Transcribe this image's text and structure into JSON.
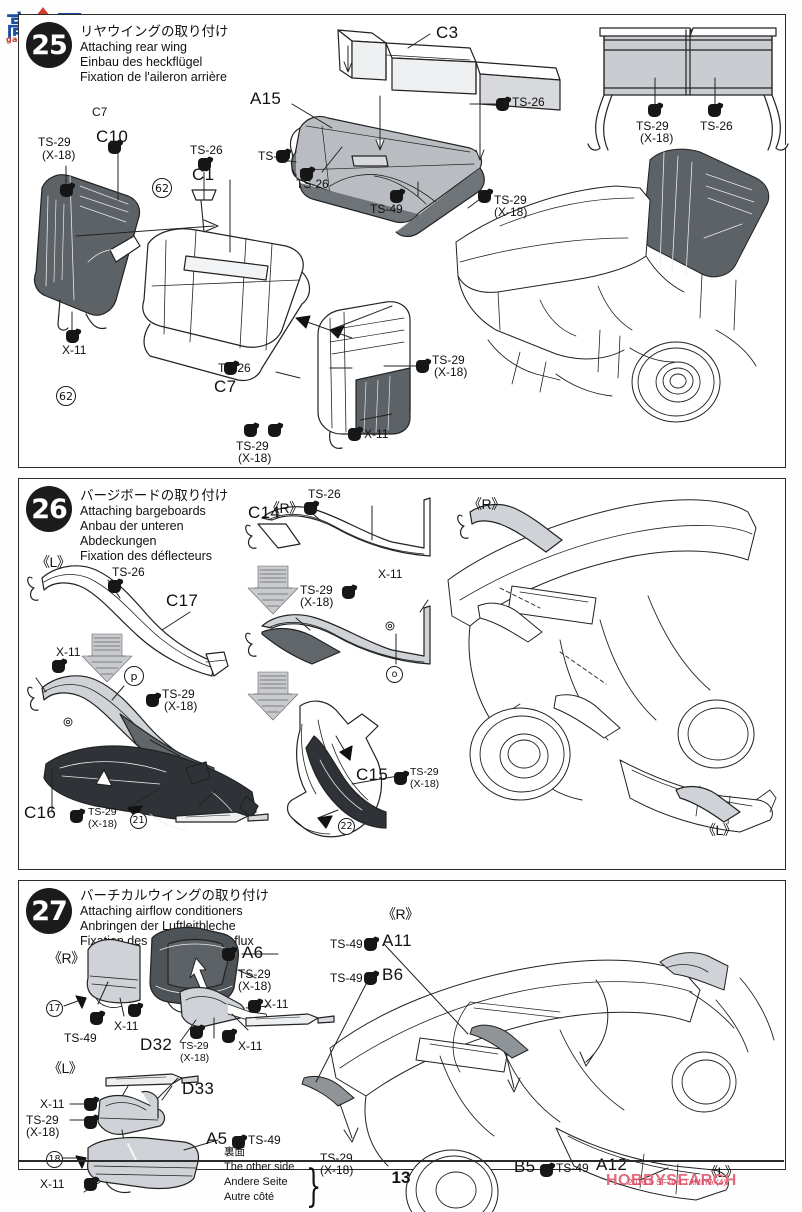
{
  "page": {
    "number": "13",
    "watermark_top": {
      "char1": "高",
      "char2": "网",
      "domain": "gao-shou.com"
    },
    "watermark_bottom": {
      "text": "HOBBYSEARCH",
      "sub": "2016.5  SF70H  TAMIYA  (4)"
    }
  },
  "steps": [
    {
      "number": "25",
      "title_jp": "リヤウイングの取り付け",
      "title_en": "Attaching rear wing",
      "title_de": "Einbau des heckflügel",
      "title_fr": "Fixation de l'aileron arrière",
      "labels": [
        {
          "id": "s25-c3",
          "text": "C3"
        },
        {
          "id": "s25-a15",
          "text": "A15"
        },
        {
          "id": "s25-c10",
          "text": "C10"
        },
        {
          "id": "s25-c1",
          "text": "C1"
        },
        {
          "id": "s25-c7",
          "text": "C7"
        },
        {
          "id": "s25-ts26-a",
          "text": "TS-26"
        },
        {
          "id": "s25-ts26-b",
          "text": "TS-26"
        },
        {
          "id": "s25-ts26-c",
          "text": "TS-26"
        },
        {
          "id": "s25-ts26-d",
          "text": "TS-26"
        },
        {
          "id": "s25-ts26-e",
          "text": "TS-26"
        },
        {
          "id": "s25-ts26-f",
          "text": "TS-26"
        },
        {
          "id": "s25-ts49-a",
          "text": "TS-49"
        },
        {
          "id": "s25-ts49-b",
          "text": "TS-49"
        },
        {
          "id": "s25-ts29-a1",
          "text": "TS-29"
        },
        {
          "id": "s25-ts29-a2",
          "text": "(X-18)"
        },
        {
          "id": "s25-ts29-b1",
          "text": "TS-29"
        },
        {
          "id": "s25-ts29-b2",
          "text": "(X-18)"
        },
        {
          "id": "s25-ts29-c1",
          "text": "TS-29"
        },
        {
          "id": "s25-ts29-c2",
          "text": "(X-18)"
        },
        {
          "id": "s25-ts29-d1",
          "text": "TS-29"
        },
        {
          "id": "s25-ts29-d2",
          "text": "(X-18)"
        },
        {
          "id": "s25-ts29-e1",
          "text": "TS-29"
        },
        {
          "id": "s25-ts29-e2",
          "text": "(X-18)"
        },
        {
          "id": "s25-ts26-g",
          "text": "TS-26"
        },
        {
          "id": "s25-x11-a",
          "text": "X-11"
        },
        {
          "id": "s25-x11-b",
          "text": "X-11"
        },
        {
          "id": "s25-circ-62a",
          "text": "62"
        },
        {
          "id": "s25-circ-62b",
          "text": "62"
        }
      ]
    },
    {
      "number": "26",
      "title_jp": "バージボードの取り付け",
      "title_en": "Attaching bargeboards",
      "title_de1": "Anbau der unteren",
      "title_de2": "Abdeckungen",
      "title_fr": "Fixation des déflecteurs",
      "labels": [
        {
          "id": "s26-rside-a",
          "text": "《R》"
        },
        {
          "id": "s26-lside-a",
          "text": "《L》"
        },
        {
          "id": "s26-rside-b",
          "text": "《R》"
        },
        {
          "id": "s26-lside-b",
          "text": "《L》"
        },
        {
          "id": "s26-c14",
          "text": "C14"
        },
        {
          "id": "s26-c17",
          "text": "C17"
        },
        {
          "id": "s26-c16",
          "text": "C16"
        },
        {
          "id": "s26-c15",
          "text": "C15"
        },
        {
          "id": "s26-ts26-a",
          "text": "TS-26"
        },
        {
          "id": "s26-ts26-b",
          "text": "TS-26"
        },
        {
          "id": "s26-x11-a",
          "text": "X-11"
        },
        {
          "id": "s26-x11-b",
          "text": "X-11"
        },
        {
          "id": "s26-ts29-a1",
          "text": "TS-29"
        },
        {
          "id": "s26-ts29-a2",
          "text": "(X-18)"
        },
        {
          "id": "s26-ts29-b1",
          "text": "TS-29"
        },
        {
          "id": "s26-ts29-b2",
          "text": "(X-18)"
        },
        {
          "id": "s26-ts29-c1",
          "text": "TS-29"
        },
        {
          "id": "s26-ts29-c2",
          "text": "(X-18)"
        },
        {
          "id": "s26-ts29-d1",
          "text": "TS-29"
        },
        {
          "id": "s26-ts29-d2",
          "text": "(X-18)"
        },
        {
          "id": "s26-circ-p",
          "text": "p"
        },
        {
          "id": "s26-circ-o",
          "text": "o"
        },
        {
          "id": "s26-circ-21",
          "text": "21"
        },
        {
          "id": "s26-circ-22",
          "text": "22"
        }
      ]
    },
    {
      "number": "27",
      "title_jp": "バーチカルウイングの取り付け",
      "title_en": "Attaching airflow conditioners",
      "title_de": "Anbringen der Luftleitbleche",
      "title_fr": "Fixation des régulateurs de flux",
      "labels": [
        {
          "id": "s27-rside",
          "text": "《R》"
        },
        {
          "id": "s27-lside",
          "text": "《L》"
        },
        {
          "id": "s27-rside-c",
          "text": "《R》"
        },
        {
          "id": "s27-lside-c",
          "text": "《L》"
        },
        {
          "id": "s27-a6",
          "text": "A6"
        },
        {
          "id": "s27-a5",
          "text": "A5"
        },
        {
          "id": "s27-a11",
          "text": "A11"
        },
        {
          "id": "s27-a12",
          "text": "A12"
        },
        {
          "id": "s27-b6",
          "text": "B6"
        },
        {
          "id": "s27-b5",
          "text": "B5"
        },
        {
          "id": "s27-d32",
          "text": "D32"
        },
        {
          "id": "s27-d33",
          "text": "D33"
        },
        {
          "id": "s27-ts49-a",
          "text": "TS-49"
        },
        {
          "id": "s27-ts49-b",
          "text": "TS-49"
        },
        {
          "id": "s27-ts49-c",
          "text": "TS-49"
        },
        {
          "id": "s27-ts49-d",
          "text": "TS-49"
        },
        {
          "id": "s27-ts49-e",
          "text": "TS-49"
        },
        {
          "id": "s27-ts49-f",
          "text": "TS-49"
        },
        {
          "id": "s27-x11-a",
          "text": "X-11"
        },
        {
          "id": "s27-x11-b",
          "text": "X-11"
        },
        {
          "id": "s27-x11-c",
          "text": "X-11"
        },
        {
          "id": "s27-x11-d",
          "text": "X-11"
        },
        {
          "id": "s27-x11-e",
          "text": "X-11"
        },
        {
          "id": "s27-ts29-a1",
          "text": "TS-29"
        },
        {
          "id": "s27-ts29-a2",
          "text": "(X-18)"
        },
        {
          "id": "s27-ts29-b1",
          "text": "TS-29"
        },
        {
          "id": "s27-ts29-b2",
          "text": "(X-18)"
        },
        {
          "id": "s27-ts29-c1",
          "text": "TS-29"
        },
        {
          "id": "s27-ts29-c2",
          "text": "(X-18)"
        },
        {
          "id": "s27-ts29-d1",
          "text": "TS-29"
        },
        {
          "id": "s27-ts29-d2",
          "text": "(X-18)"
        },
        {
          "id": "s27-circ-17",
          "text": "17"
        },
        {
          "id": "s27-circ-18",
          "text": "18"
        }
      ],
      "other_side_note": {
        "jp": "裏面",
        "en": "The other side",
        "de": "Andere Seite",
        "fr": "Autre côté",
        "paint1": "TS-29",
        "paint2": "(X-18)"
      }
    }
  ]
}
